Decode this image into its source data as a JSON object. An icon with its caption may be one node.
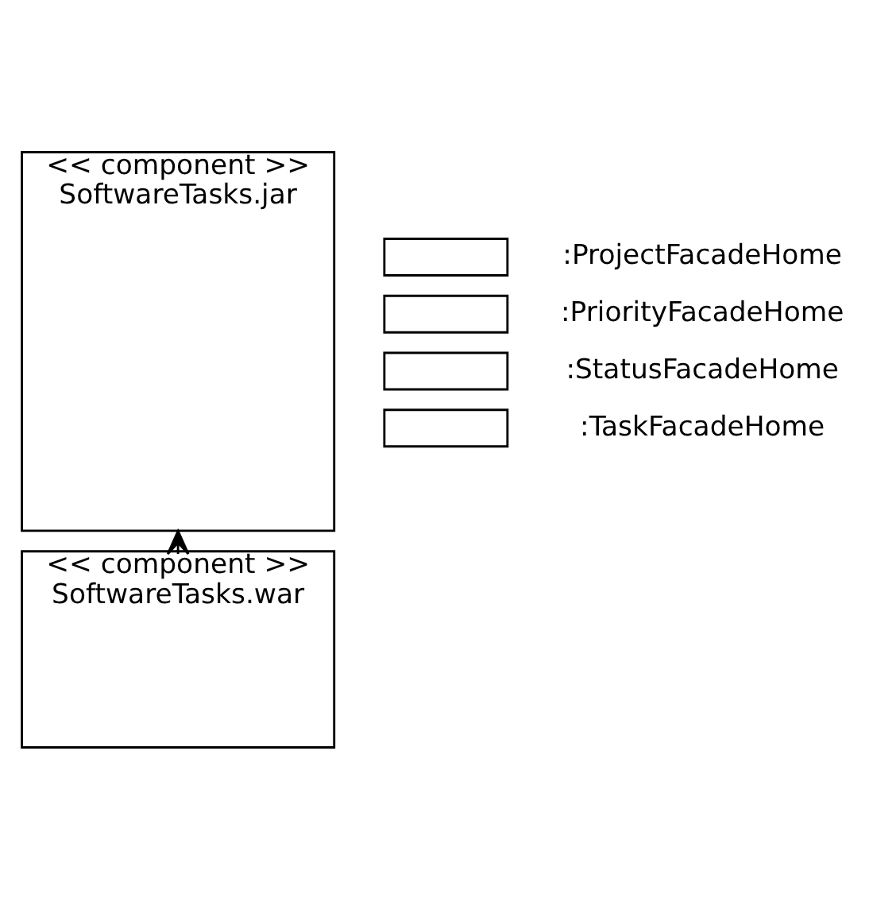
{
  "diagram": {
    "nodes": [
      {
        "text": [
          "<< component >>",
          "SoftwareTasks.jar"
        ]
      },
      {
        "text": [],
        "shape": "box",
        "beside": [
          ":ProjectFacadeHome"
        ]
      },
      {
        "text": [],
        "shape": "box",
        "beside": [
          ":PriorityFacadeHome"
        ]
      },
      {
        "text": [],
        "shape": "box",
        "beside": [
          ":StatusFacadeHome"
        ]
      },
      {
        "text": [],
        "shape": "box",
        "beside": [
          ":TaskFacadeHome"
        ]
      },
      {
        "text": [
          "<< component >>",
          "SoftwareTasks.war"
        ]
      }
    ],
    "edges": [
      {
        "from": 5,
        "to": 0,
        "arrow": "to",
        "style": "dashed"
      }
    ]
  }
}
